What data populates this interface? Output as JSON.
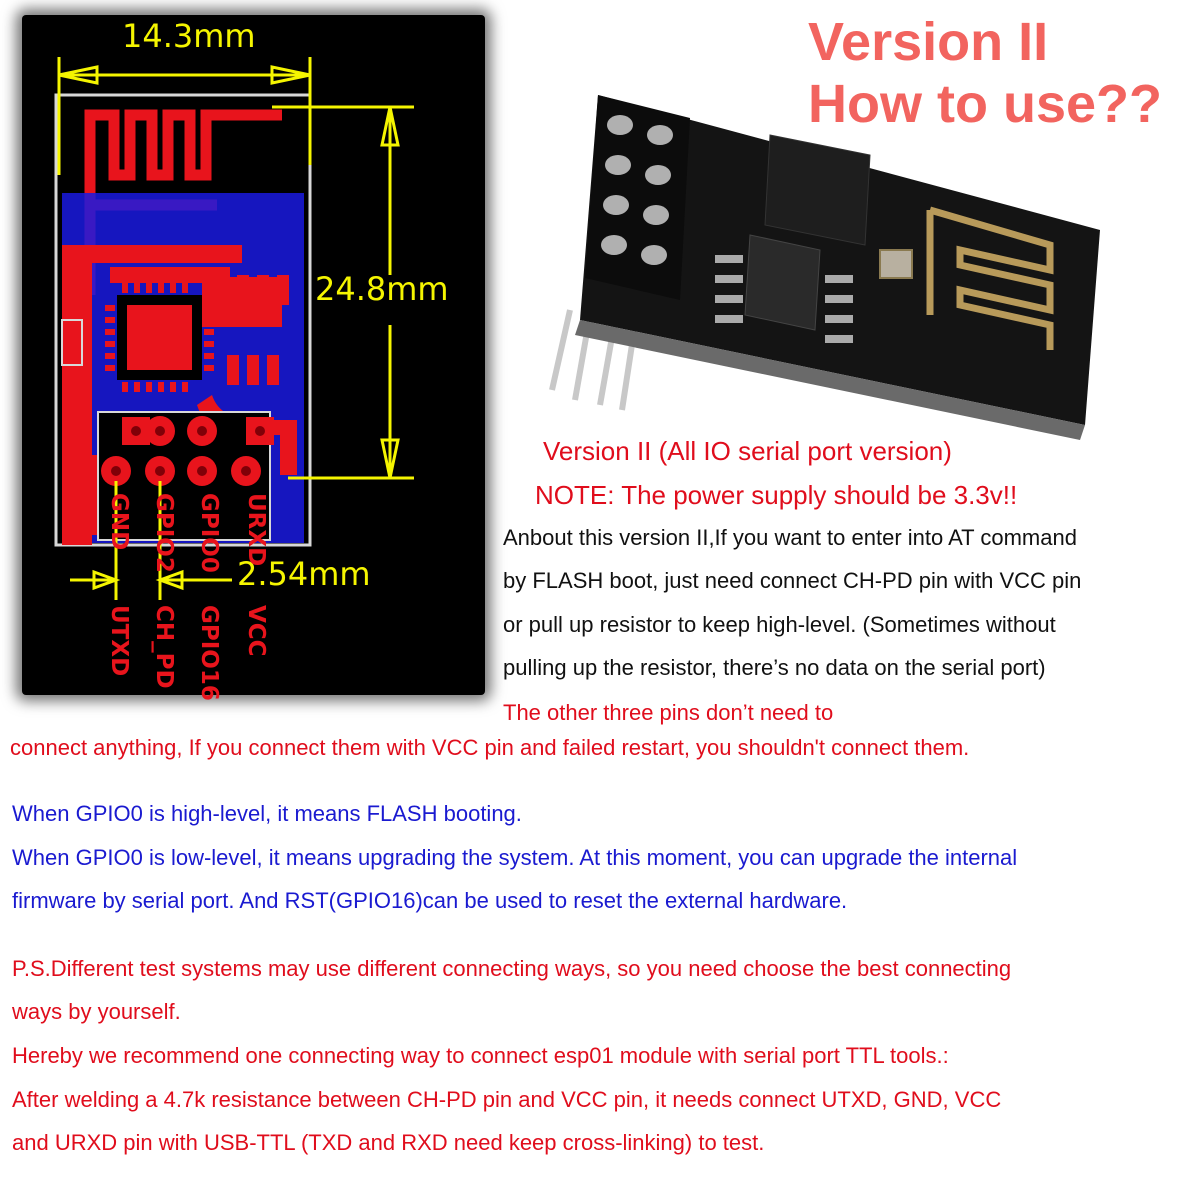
{
  "headline": {
    "line1": "Version II",
    "line2": "How to use??",
    "color": "#f2645f"
  },
  "pcb_diagram": {
    "width_dimension": "14.3mm",
    "height_dimension": "24.8mm",
    "pitch_dimension": "2.54mm",
    "top_row_pins": [
      "GND",
      "GPIO2",
      "GPIO0",
      "URXD"
    ],
    "bottom_row_pins": [
      "UTXD",
      "CH_PD",
      "GPIO16",
      "VCC"
    ],
    "colors": {
      "background": "#000000",
      "copper": "#e8141c",
      "ground_plane": "#1a1ae0",
      "dimension": "#f5f500"
    }
  },
  "photo": {
    "alt": "ESP-01 module with 8-pin header and meander antenna"
  },
  "version_note": {
    "title": "Version  II (All IO serial port version)",
    "note": "NOTE: The power supply should be 3.3v!!"
  },
  "about": {
    "lines": [
      "Anbout this version II,If you want to enter into AT command",
      " by FLASH boot, just need connect CH-PD pin with VCC pin",
      " or pull up resistor to keep high-level. (Sometimes without",
      "pulling up the resistor, there’s no data on the serial port)"
    ]
  },
  "other_pins": {
    "line1": "The other three pins don’t need to",
    "line2": "connect anything, If you connect them with VCC pin and failed restart, you shouldn't connect them."
  },
  "gpio_info": {
    "lines": [
      "When GPIO0 is high-level, it means FLASH booting.",
      "When GPIO0 is low-level, it means upgrading the system. At this moment, you can upgrade the internal",
      "firmware by serial port. And RST(GPIO16)can be used to reset the external hardware."
    ],
    "color": "#1a1ad0"
  },
  "ps_info": {
    "lines": [
      "P.S.Different test systems may use different connecting ways, so you need choose the best connecting",
      "ways by yourself.",
      "Hereby we recommend one connecting way to connect esp01 module with  serial port TTL tools.:",
      "After welding a 4.7k resistance between CH-PD pin and VCC pin, it needs connect UTXD, GND, VCC",
      "and URXD pin with USB-TTL (TXD and RXD need keep cross-linking) to test."
    ],
    "color": "#e00d1c"
  }
}
